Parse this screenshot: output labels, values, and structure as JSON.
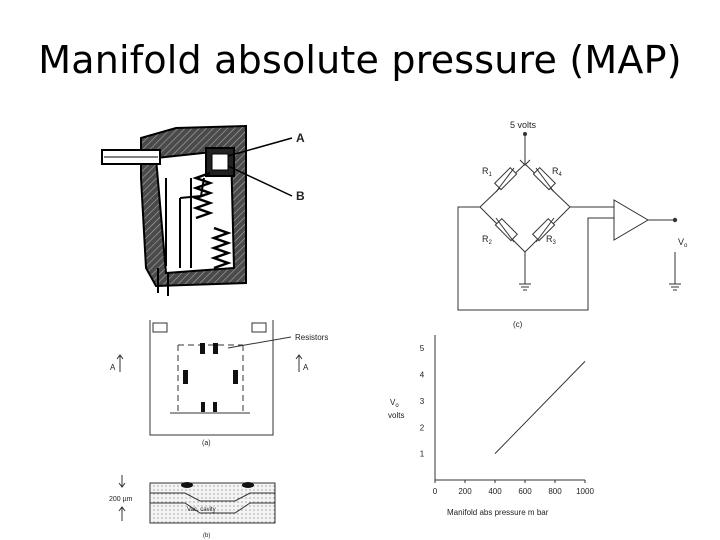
{
  "slide": {
    "title": "Manifold absolute pressure (MAP)"
  },
  "sensor_drawing": {
    "label_a": "A",
    "label_b": "B"
  },
  "bridge_circuit": {
    "supply_label": "5 volts",
    "r1": "R",
    "r1_sub": "1",
    "r2": "R",
    "r2_sub": "2",
    "r3": "R",
    "r3_sub": "3",
    "r4": "R",
    "r4_sub": "4",
    "vout": "V",
    "vout_sub": "o",
    "caption": "(c)"
  },
  "chip_plan": {
    "resistors_label": "Resistors",
    "arrow_left": "A",
    "arrow_right": "A",
    "caption": "(a)"
  },
  "chip_section": {
    "thickness_label": "200 µm",
    "cavity_label": "Vac. cavity",
    "caption": "(b)"
  },
  "chart_data": {
    "type": "line",
    "title": "",
    "xlabel": "Manifold abs pressure m bar",
    "ylabel_main": "V",
    "ylabel_sub": "o",
    "ylabel_unit": "volts",
    "x_ticks": [
      0,
      200,
      400,
      600,
      800,
      1000
    ],
    "y_ticks": [
      1,
      2,
      3,
      4,
      5
    ],
    "xlim": [
      0,
      1000
    ],
    "ylim": [
      0,
      5.5
    ],
    "series": [
      {
        "x": [
          400,
          1000
        ],
        "y": [
          1.0,
          4.5
        ]
      }
    ]
  }
}
